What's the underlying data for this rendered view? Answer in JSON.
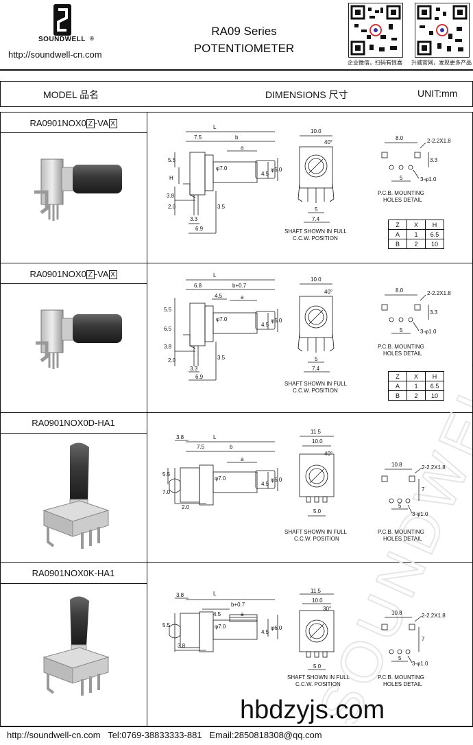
{
  "header": {
    "brand": "SOUNDWELL",
    "registered": "®",
    "url": "http://soundwell-cn.com",
    "title_line1": "RA09 Series",
    "title_line2": "POTENTIOMETER",
    "qr1_caption": "企业微信，扫码有惊喜",
    "qr2_caption": "升威官网，发现更多产品"
  },
  "table_header": {
    "model": "MODEL 品名",
    "dimensions": "DIMENSIONS 尺寸",
    "unit": "UNIT:mm"
  },
  "rows": [
    {
      "model_prefix": "RA0901NOX0",
      "z": "Z",
      "mid": "-VA",
      "x": "X",
      "shaft_text_1": "SHAFT SHOWN IN FULL",
      "shaft_text_2": "C.C.W. POSITION",
      "pcb_1": "P.C.B. MOUNTING",
      "pcb_2": "HOLES DETAIL"
    },
    {
      "model_prefix": "RA0901NOX0",
      "z": "Z",
      "mid": "-VA",
      "x": "X",
      "shaft_text_1": "SHAFT SHOWN IN FULL",
      "shaft_text_2": "C.C.W. POSITION",
      "pcb_1": "P.C.B. MOUNTING",
      "pcb_2": "HOLES DETAIL"
    },
    {
      "model": "RA0901NOX0D-HA1",
      "shaft_text_1": "SHAFT SHOWN IN FULL",
      "shaft_text_2": "C.C.W. POSITION",
      "pcb_1": "P.C.B. MOUNTING",
      "pcb_2": "HOLES DETAIL"
    },
    {
      "model": "RA0901NOX0K-HA1",
      "shaft_text_1": "SHAFT SHOWN IN FULL",
      "shaft_text_2": "C.C.W. POSITION",
      "pcb_1": "P.C.B. MOUNTING",
      "pcb_2": "HOLES DETAIL"
    }
  ],
  "zxh_table": {
    "head": [
      "Z",
      "X",
      "H"
    ],
    "r1": [
      "A",
      "1",
      "6.5"
    ],
    "r2": [
      "B",
      "2",
      "10"
    ]
  },
  "dims": {
    "r1": {
      "L": "L",
      "w75": "7.5",
      "b": "b",
      "a": "a",
      "d55": "5.5",
      "H": "H",
      "d38": "3.8",
      "d20": "2.0",
      "d33": "3.3",
      "d69": "6.9",
      "d35": "3.5",
      "d45": "4.5",
      "phi6": "φ6.0",
      "phi7": "φ7.0",
      "t100": "10.0",
      "ang": "40°",
      "t5": "5",
      "t74": "7.4",
      "p80": "8.0",
      "p22": "2-2.2X1.8",
      "p33": "3.3",
      "p5": "5",
      "p10": "3-φ1.0"
    },
    "r2": {
      "L": "L",
      "w68": "6.8",
      "b": "b+0.7",
      "a": "a",
      "d45a": "4.5",
      "d55": "5.5",
      "d65": "6.5",
      "d38": "3.8",
      "d20": "2.0",
      "d33": "3.3",
      "d69": "6.9",
      "d35": "3.5",
      "d45": "4.5",
      "phi6": "φ6.0",
      "phi7": "φ7.0",
      "t100": "10.0",
      "ang": "40°",
      "t5": "5",
      "t74": "7.4",
      "p80": "8.0",
      "p22": "2-2.2X1.8",
      "p33": "3.3",
      "p5": "5",
      "p10": "3-φ1.0"
    },
    "r3": {
      "L": "L",
      "d38": "3.8",
      "w75": "7.5",
      "b": "b",
      "a": "a",
      "d55": "5.5",
      "d70": "7.0",
      "d20": "2.0",
      "d45": "4.5",
      "phi6": "φ6.0",
      "phi7": "φ7.0",
      "t115": "11.5",
      "t100": "10.0",
      "ang": "40°",
      "t50": "5.0",
      "p108": "10.8",
      "p22": "2-2.2X1.8",
      "p7": "7",
      "p5": "5",
      "p10": "3-φ1.0"
    },
    "r4": {
      "L": "L",
      "d38": "3.8",
      "b": "b+0.7",
      "d45a": "4.5",
      "a": "a",
      "d55": "5.5",
      "d38b": "3.8",
      "d45": "4.5",
      "phi6": "φ6.0",
      "phi7": "φ7.0",
      "t115": "11.5",
      "t100": "10.0",
      "ang": "30°",
      "t50": "5.0",
      "p108": "10.8",
      "p22": "2-2.2X1.8",
      "p7": "7",
      "p5": "5",
      "p10": "3-φ1.0"
    }
  },
  "footer": {
    "url": "http://soundwell-cn.com",
    "tel": "Tel:0769-38833333-881",
    "email": "Email:2850818308@qq.com",
    "watermark": "hbdzyjs.com",
    "bg_watermark": "SOUNDWELL"
  }
}
